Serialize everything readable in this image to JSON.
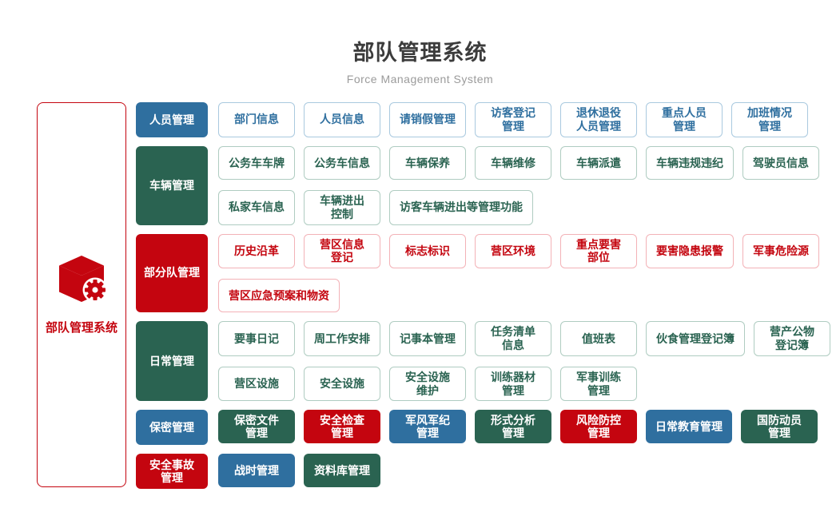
{
  "header": {
    "title": "部队管理系统",
    "subtitle": "Force Management System"
  },
  "root_node": {
    "label": "部队管理系统",
    "icon": "cube-gear-icon",
    "color": "red"
  },
  "palette": {
    "blue": "#2F6F9F",
    "green": "#2A6351",
    "red": "#C4050F",
    "blue_border": "#A9C9DF",
    "green_border": "#AFCCC1",
    "red_border": "#F3B2B7"
  },
  "rows": [
    {
      "category": {
        "label": "人员管理",
        "color": "blue",
        "variant": "solid"
      },
      "lines": [
        [
          {
            "label": "部门信息",
            "color": "blue",
            "variant": "outline"
          },
          {
            "label": "人员信息",
            "color": "blue",
            "variant": "outline"
          },
          {
            "label": "请销假管理",
            "color": "blue",
            "variant": "outline"
          },
          {
            "label": "访客登记\n管理",
            "color": "blue",
            "variant": "outline"
          },
          {
            "label": "退休退役\n人员管理",
            "color": "blue",
            "variant": "outline"
          },
          {
            "label": "重点人员\n管理",
            "color": "blue",
            "variant": "outline"
          },
          {
            "label": "加班情况\n管理",
            "color": "blue",
            "variant": "outline"
          }
        ]
      ]
    },
    {
      "category": {
        "label": "车辆管理",
        "color": "green",
        "variant": "solid"
      },
      "lines": [
        [
          {
            "label": "公务车车牌",
            "color": "green",
            "variant": "outline"
          },
          {
            "label": "公务车信息",
            "color": "green",
            "variant": "outline"
          },
          {
            "label": "车辆保养",
            "color": "green",
            "variant": "outline"
          },
          {
            "label": "车辆维修",
            "color": "green",
            "variant": "outline"
          },
          {
            "label": "车辆派遣",
            "color": "green",
            "variant": "outline"
          },
          {
            "label": "车辆违规违纪",
            "color": "green",
            "variant": "outline"
          },
          {
            "label": "驾驶员信息",
            "color": "green",
            "variant": "outline"
          }
        ],
        [
          {
            "label": "私家车信息",
            "color": "green",
            "variant": "outline"
          },
          {
            "label": "车辆进出\n控制",
            "color": "green",
            "variant": "outline"
          },
          {
            "label": "访客车辆进出等管理功能",
            "color": "green",
            "variant": "outline"
          }
        ]
      ]
    },
    {
      "category": {
        "label": "部分队管理",
        "color": "red",
        "variant": "solid"
      },
      "lines": [
        [
          {
            "label": "历史沿革",
            "color": "red",
            "variant": "outline"
          },
          {
            "label": "营区信息\n登记",
            "color": "red",
            "variant": "outline"
          },
          {
            "label": "标志标识",
            "color": "red",
            "variant": "outline"
          },
          {
            "label": "营区环境",
            "color": "red",
            "variant": "outline"
          },
          {
            "label": "重点要害\n部位",
            "color": "red",
            "variant": "outline"
          },
          {
            "label": "要害隐患报警",
            "color": "red",
            "variant": "outline"
          },
          {
            "label": "军事危险源",
            "color": "red",
            "variant": "outline"
          }
        ],
        [
          {
            "label": "营区应急预案和物资",
            "color": "red",
            "variant": "outline"
          }
        ]
      ]
    },
    {
      "category": {
        "label": "日常管理",
        "color": "green",
        "variant": "solid"
      },
      "lines": [
        [
          {
            "label": "要事日记",
            "color": "green",
            "variant": "outline"
          },
          {
            "label": "周工作安排",
            "color": "green",
            "variant": "outline"
          },
          {
            "label": "记事本管理",
            "color": "green",
            "variant": "outline"
          },
          {
            "label": "任务清单\n信息",
            "color": "green",
            "variant": "outline"
          },
          {
            "label": "值班表",
            "color": "green",
            "variant": "outline"
          },
          {
            "label": "伙食管理登记簿",
            "color": "green",
            "variant": "outline"
          },
          {
            "label": "营产公物\n登记簿",
            "color": "green",
            "variant": "outline"
          }
        ],
        [
          {
            "label": "营区设施",
            "color": "green",
            "variant": "outline"
          },
          {
            "label": "安全设施",
            "color": "green",
            "variant": "outline"
          },
          {
            "label": "安全设施\n维护",
            "color": "green",
            "variant": "outline"
          },
          {
            "label": "训练器材\n管理",
            "color": "green",
            "variant": "outline"
          },
          {
            "label": "军事训练\n管理",
            "color": "green",
            "variant": "outline"
          }
        ]
      ]
    },
    {
      "category": {
        "label": "保密管理",
        "color": "blue",
        "variant": "solid"
      },
      "lines": [
        [
          {
            "label": "保密文件\n管理",
            "color": "green",
            "variant": "solid"
          },
          {
            "label": "安全检查\n管理",
            "color": "red",
            "variant": "solid"
          },
          {
            "label": "军风军纪\n管理",
            "color": "blue",
            "variant": "solid"
          },
          {
            "label": "形式分析\n管理",
            "color": "green",
            "variant": "solid"
          },
          {
            "label": "风险防控\n管理",
            "color": "red",
            "variant": "solid"
          },
          {
            "label": "日常教育管理",
            "color": "blue",
            "variant": "solid"
          },
          {
            "label": "国防动员\n管理",
            "color": "green",
            "variant": "solid"
          }
        ]
      ]
    },
    {
      "category": {
        "label": "安全事故\n管理",
        "color": "red",
        "variant": "solid"
      },
      "lines": [
        [
          {
            "label": "战时管理",
            "color": "blue",
            "variant": "solid"
          },
          {
            "label": "资料库管理",
            "color": "green",
            "variant": "solid"
          }
        ]
      ]
    }
  ]
}
